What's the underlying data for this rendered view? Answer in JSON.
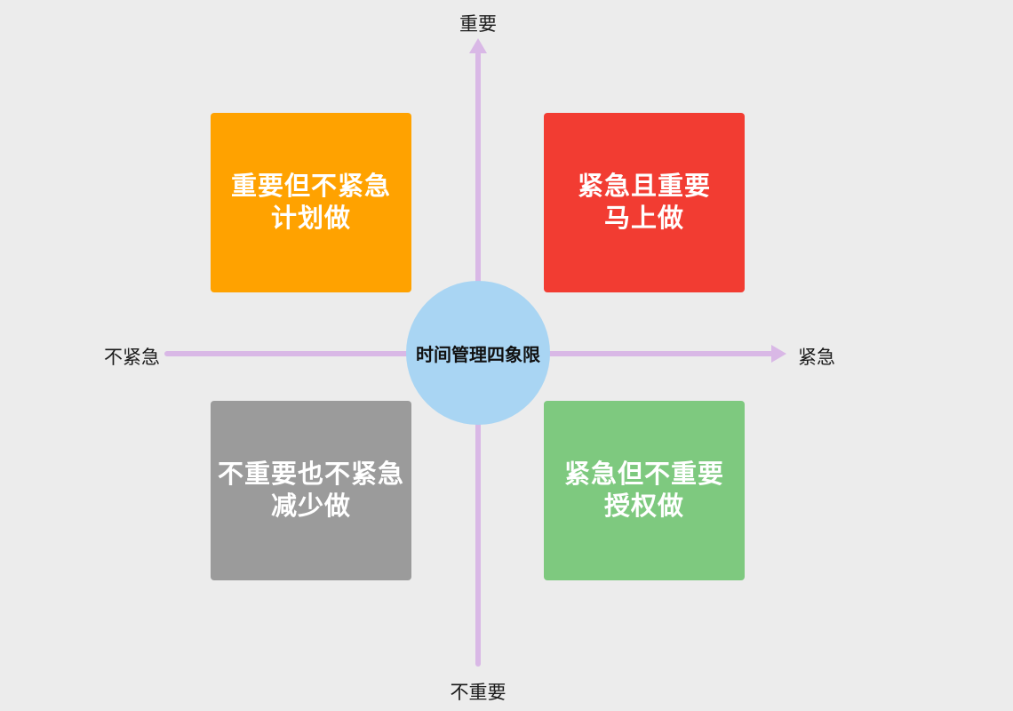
{
  "diagram": {
    "title": "时间管理四象限",
    "type": "quadrant-matrix"
  },
  "colors": {
    "background": "#ececec",
    "axis": "#d9b8e6",
    "center_circle": "#a9d5f3",
    "quadrant_top_left": "#ffa200",
    "quadrant_top_right": "#f23c32",
    "quadrant_bottom_left": "#9b9b9b",
    "quadrant_bottom_right": "#7ec97f",
    "quadrant_text": "#ffffff",
    "axis_label_text": "#1a1a1a"
  },
  "axes": {
    "top_label": "重要",
    "bottom_label": "不重要",
    "left_label": "不紧急",
    "right_label": "紧急"
  },
  "quadrants": [
    {
      "position": "top-left",
      "line1": "重要但不紧急",
      "line2": "计划做"
    },
    {
      "position": "top-right",
      "line1": "紧急且重要",
      "line2": "马上做"
    },
    {
      "position": "bottom-left",
      "line1": "不重要也不紧急",
      "line2": "减少做"
    },
    {
      "position": "bottom-right",
      "line1": "紧急但不重要",
      "line2": "授权做"
    }
  ]
}
